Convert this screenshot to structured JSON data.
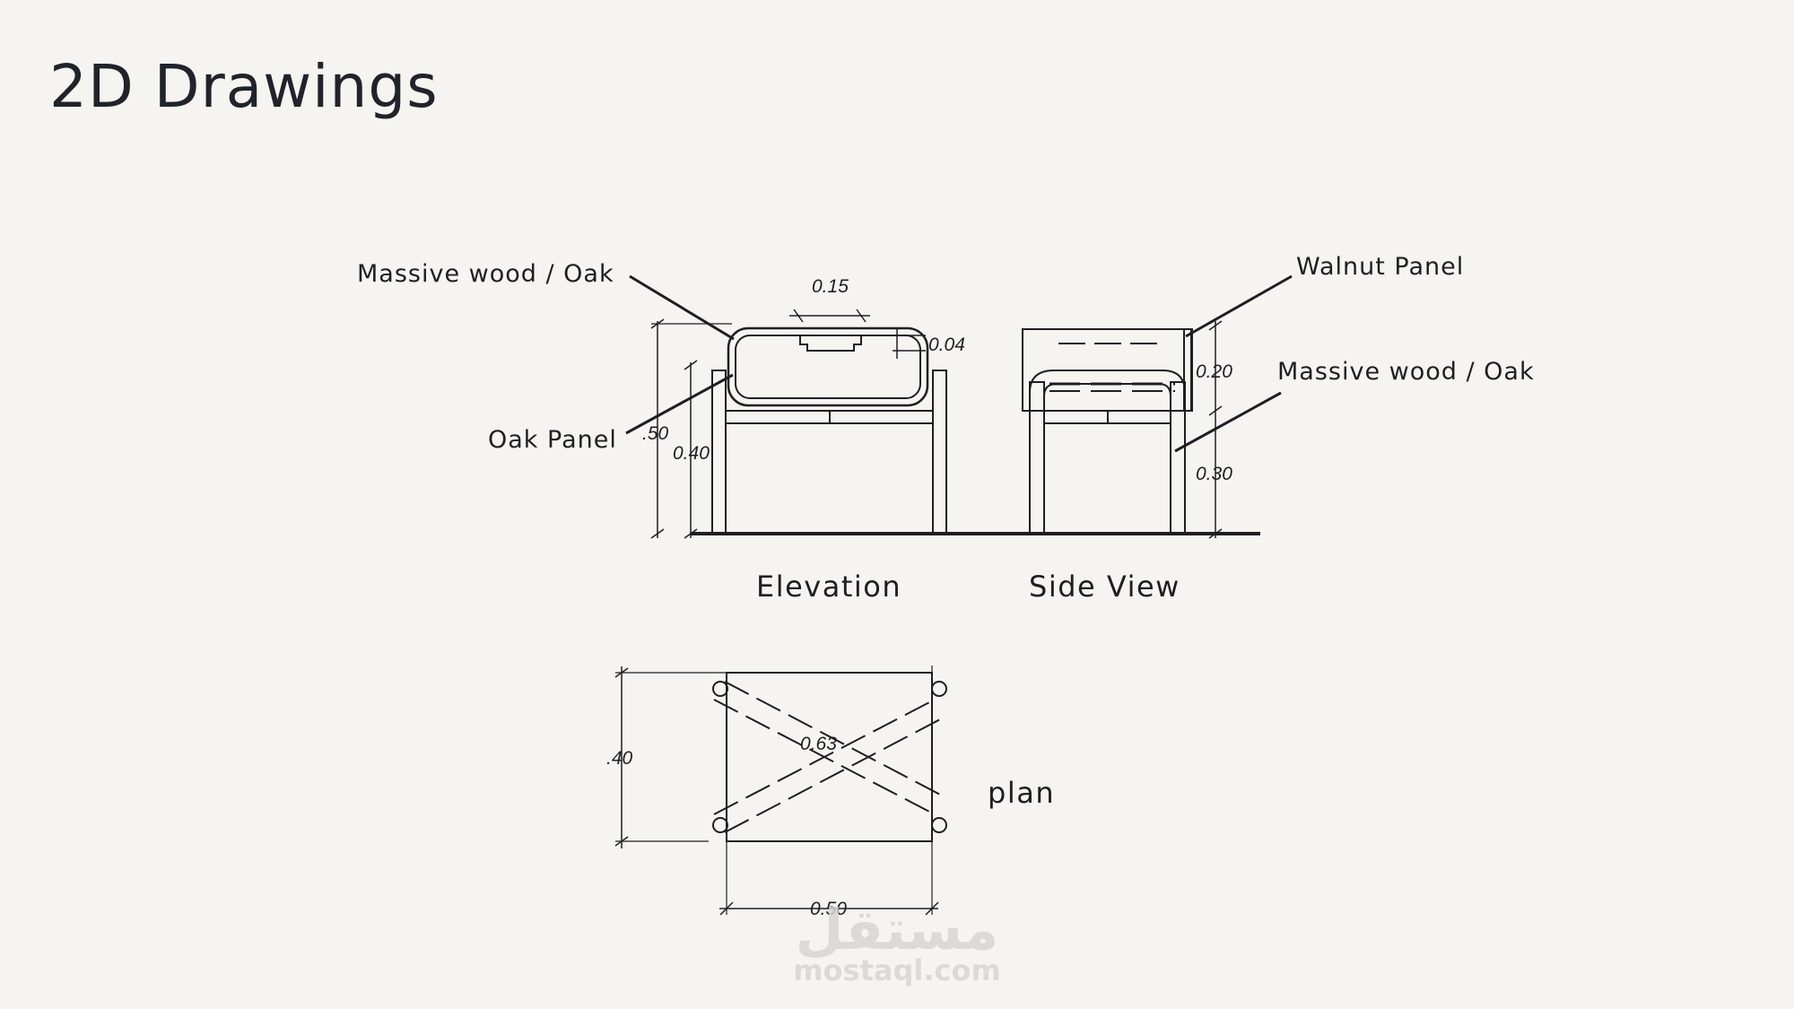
{
  "page": {
    "title": "2D Drawings"
  },
  "labels": {
    "massive_wood_left": "Massive wood / Oak",
    "oak_panel": "Oak Panel",
    "walnut_panel": "Walnut Panel",
    "massive_wood_right": "Massive wood / Oak"
  },
  "captions": {
    "elevation": "Elevation",
    "side_view": "Side View",
    "plan": "plan"
  },
  "dimensions": {
    "elev_width_015": "0.15",
    "elev_thick_004": "0.04",
    "elev_height_050": ".50",
    "elev_height_040": "0.40",
    "side_height_020": "0.20",
    "side_height_030": "0.30",
    "plan_depth_040": ".40",
    "plan_diag_063": "0.63",
    "plan_width_050": "0.50"
  },
  "watermark": {
    "arabic": "مستقل",
    "url": "mostaql.com"
  }
}
